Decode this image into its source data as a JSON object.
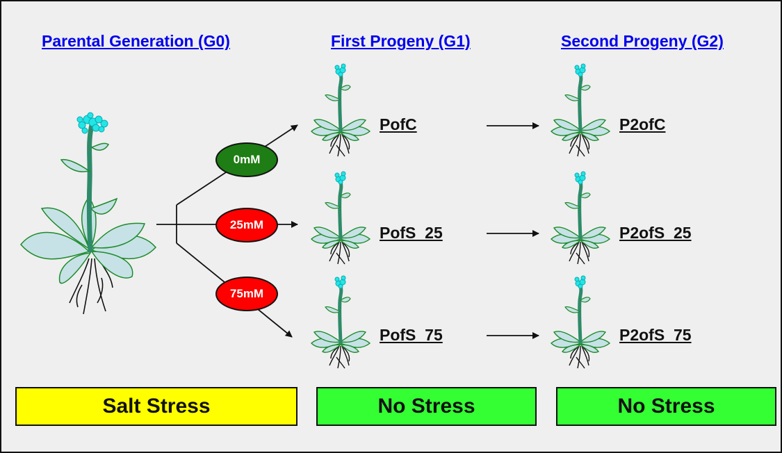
{
  "generations": [
    {
      "label": "Parental Generation (G0)"
    },
    {
      "label": "First Progeny (G1)"
    },
    {
      "label": "Second Progeny (G2)"
    }
  ],
  "treatments": [
    {
      "label": "0mM",
      "color": "#1e7d14"
    },
    {
      "label": "25mM",
      "color": "#ff0000"
    },
    {
      "label": "75mM",
      "color": "#ff0000"
    }
  ],
  "g1_lines": [
    {
      "label": "PofC"
    },
    {
      "label": "PofS_25"
    },
    {
      "label": "PofS_75"
    }
  ],
  "g2_lines": [
    {
      "label": "P2ofC"
    },
    {
      "label": "P2ofS_25"
    },
    {
      "label": "P2ofS_75"
    }
  ],
  "conditions": [
    {
      "label": "Salt Stress",
      "color": "#ffff00"
    },
    {
      "label": "No Stress",
      "color": "#33ff33"
    },
    {
      "label": "No Stress",
      "color": "#33ff33"
    }
  ],
  "colors": {
    "leaf_fill": "#c6e2e6",
    "leaf_stroke": "#1e8a2a",
    "stem": "#2e8b6a",
    "flower": "#22e6e6",
    "frame_bg": "#efefef"
  }
}
